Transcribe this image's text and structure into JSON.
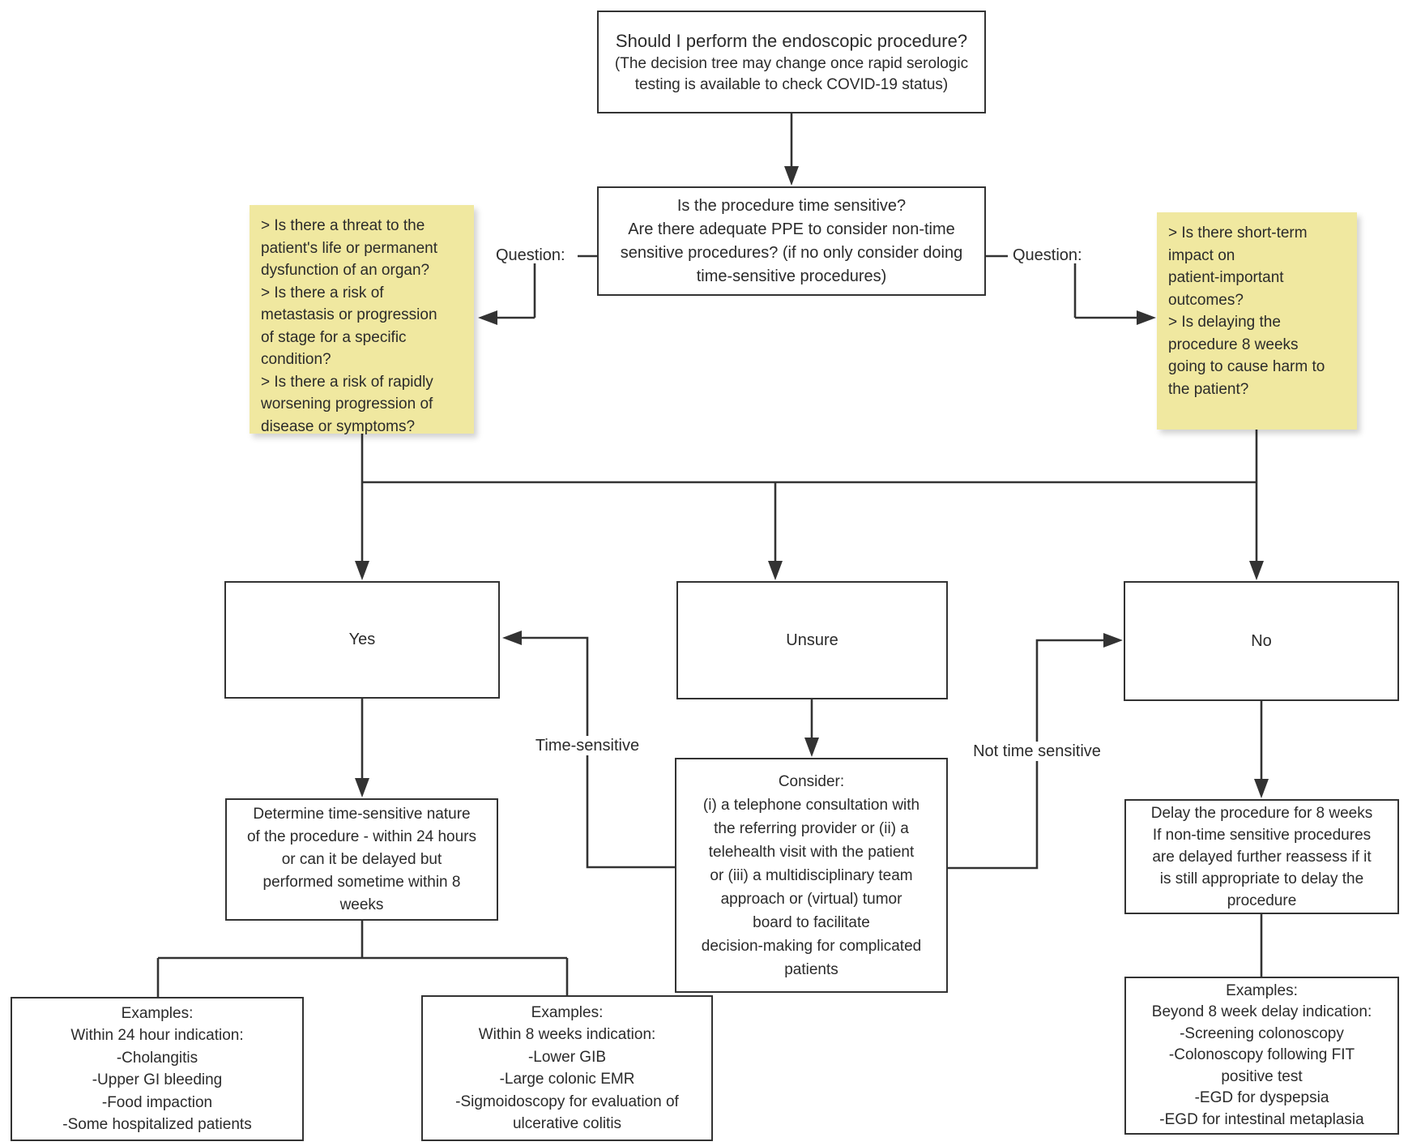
{
  "diagram": {
    "start": {
      "title": "Should I perform the endoscopic procedure?",
      "subtitle": "(The decision tree may change once rapid serologic\ntesting is available to check COVID-19 status)"
    },
    "main_question": "Is the procedure time sensitive?\nAre there adequate PPE to consider non-time\nsensitive procedures? (if no only consider doing\ntime-sensitive procedures)",
    "question_label_left": "Question:",
    "question_label_right": "Question:",
    "left_note": "> Is there a threat to the\npatient's life or permanent\ndysfunction of an organ?\n> Is there a risk of\nmetastasis or progression\nof stage for a specific\ncondition?\n> Is there a risk of rapidly\nworsening progression of\ndisease or symptoms?",
    "right_note": "> Is there short-term\nimpact on\npatient-important\noutcomes?\n> Is delaying the\nprocedure 8 weeks\ngoing to cause harm to\nthe patient?",
    "yes_label": "Yes",
    "unsure_label": "Unsure",
    "no_label": "No",
    "edge_time_sensitive": "Time-sensitive",
    "edge_not_time_sensitive": "Not time sensitive",
    "determine": "Determine time-sensitive nature\nof the procedure - within 24 hours\nor can it be delayed but\nperformed sometime within 8\nweeks",
    "consider": "Consider:\n(i) a telephone consultation with\nthe referring provider or (ii) a\ntelehealth visit with the patient\nor (iii) a multidisciplinary team\napproach or (virtual) tumor\nboard to facilitate\ndecision-making for complicated\npatients",
    "delay": "Delay the procedure for 8 weeks\nIf non-time sensitive procedures\nare delayed further reassess if it\nis still appropriate to delay the\nprocedure",
    "examples_24h": "Examples:\nWithin 24 hour indication:\n-Cholangitis\n-Upper GI bleeding\n-Food impaction\n-Some hospitalized patients",
    "examples_8w": "Examples:\nWithin 8 weeks indication:\n-Lower GIB\n-Large colonic EMR\n-Sigmoidoscopy for evaluation of\nulcerative colitis",
    "examples_beyond": "Examples:\nBeyond 8 week delay indication:\n-Screening colonoscopy\n-Colonoscopy following FIT\npositive test\n-EGD for dyspepsia\n-EGD for intestinal metaplasia",
    "colors": {
      "line": "#333333",
      "note_fill": "#F0E8A0",
      "box_fill": "#FFFFFF",
      "text": "#2B2B2B",
      "background": "#FFFFFF"
    }
  }
}
